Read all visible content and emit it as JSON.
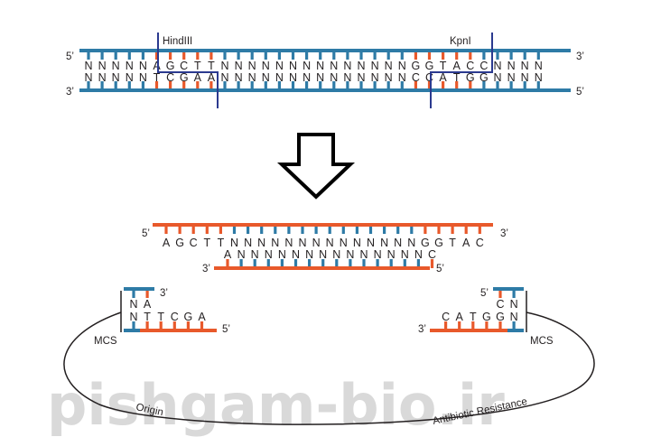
{
  "colors": {
    "blue": "#2e7ba6",
    "orange": "#e8592b",
    "enzyme_line": "#2b3a8f",
    "text": "#231f20",
    "arrow": "#000000",
    "watermark": "#d9d9d9"
  },
  "top_dna": {
    "strand_top": "NNNNNAGCTTNNNNNNNNNNNNNNGGTACCNNNN",
    "strand_bottom": "NNNNNTCGAANNNNNNNNNNNNNNCCATGGNNNN",
    "left_top_end": "5’",
    "left_bottom_end": "3’",
    "right_top_end": "3’",
    "right_bottom_end": "5’",
    "enzyme_left": "HindIII",
    "enzyme_right": "KpnI"
  },
  "insert": {
    "strand_top": "AGCTTNNNNNNNNNNNNNNGGTAC",
    "strand_bottom": "ANNNNNNNNNNNNNNC",
    "top_left_end": "5’",
    "top_right_end": "3’",
    "bottom_left_end": "3’",
    "bottom_right_end": "5’"
  },
  "plasmid": {
    "left_top": "NA",
    "left_bottom": "NTTCGA",
    "left_top_end": "3’",
    "left_bottom_end": "5’",
    "right_top": "CN",
    "right_bottom": "CATGGN",
    "right_top_end": "5’",
    "right_bottom_end": "3’",
    "mcs_left": "MCS",
    "mcs_right": "MCS",
    "origin": "Origin",
    "resistance": "Antibiotic Resistance"
  },
  "watermark": "pishgam-bio.ir"
}
